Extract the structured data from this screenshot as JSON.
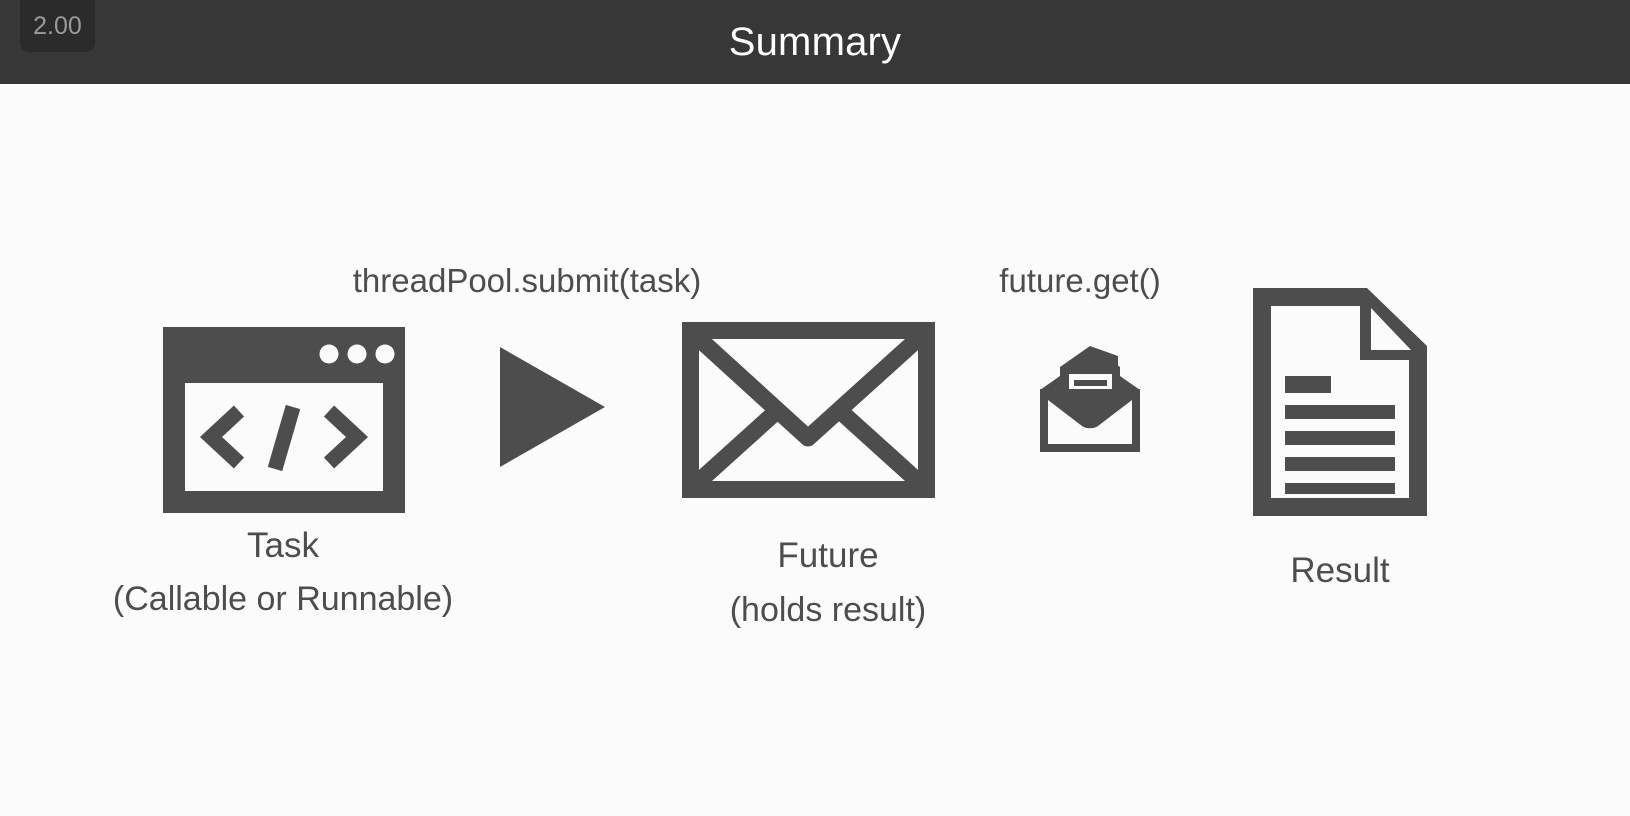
{
  "topbar": {
    "title": "Summary",
    "timer_badge": "2.00",
    "background_color": "#373738",
    "title_color": "#ffffff",
    "badge_background_color": "#2b2b2c",
    "badge_text_color": "#9a9a9a"
  },
  "slide": {
    "background_color": "#fbfbfb",
    "ink_color": "#4d4d4d"
  },
  "diagram": {
    "nodes": [
      {
        "id": "task",
        "icon": "code-window-icon",
        "label": "Task",
        "sublabel": "(Callable or Runnable)"
      },
      {
        "id": "future",
        "icon": "closed-envelope-icon",
        "label": "Future",
        "sublabel": "(holds result)"
      },
      {
        "id": "result",
        "icon": "document-icon",
        "label": "Result",
        "sublabel": ""
      }
    ],
    "edges": [
      {
        "id": "submit",
        "label": "threadPool.submit(task)",
        "icon": "play-arrow-icon",
        "from": "task",
        "to": "future"
      },
      {
        "id": "get",
        "label": "future.get()",
        "icon": "open-mail-icon",
        "from": "future",
        "to": "result"
      }
    ]
  }
}
